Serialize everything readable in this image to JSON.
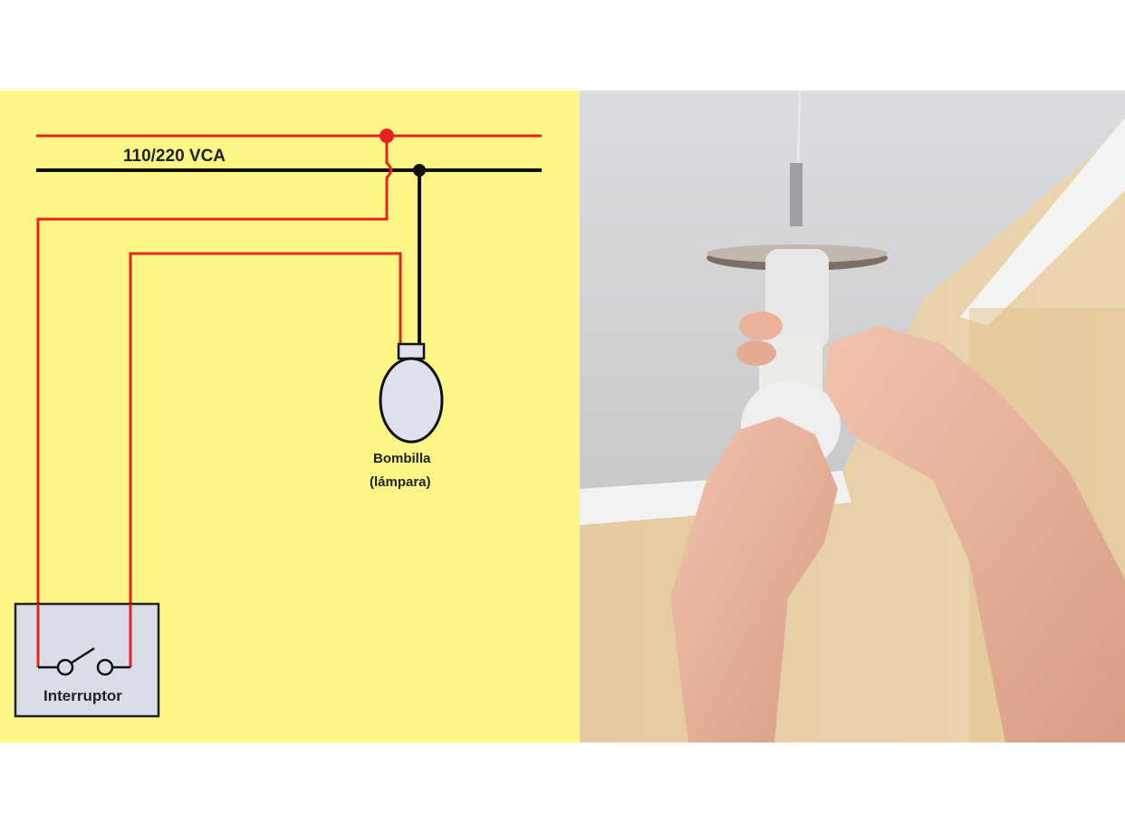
{
  "diagram": {
    "supply_label": "110/220 VCA",
    "lamp_label_line1": "Bombilla",
    "lamp_label_line2": "(lámpara)",
    "switch_label": "Interruptor",
    "colors": {
      "background": "#fdf787",
      "phase_wire": "#e8231f",
      "neutral_wire": "#111111",
      "lamp_fill": "#dde1ee",
      "switch_box_fill": "#d9dde8"
    }
  },
  "photo": {
    "subject_icon": "hands-changing-light-bulb",
    "colors": {
      "ceiling": "#d8d9dc",
      "wall": "#e7cfa6",
      "skin": "#e9b59c",
      "bulb": "#efefed"
    }
  }
}
